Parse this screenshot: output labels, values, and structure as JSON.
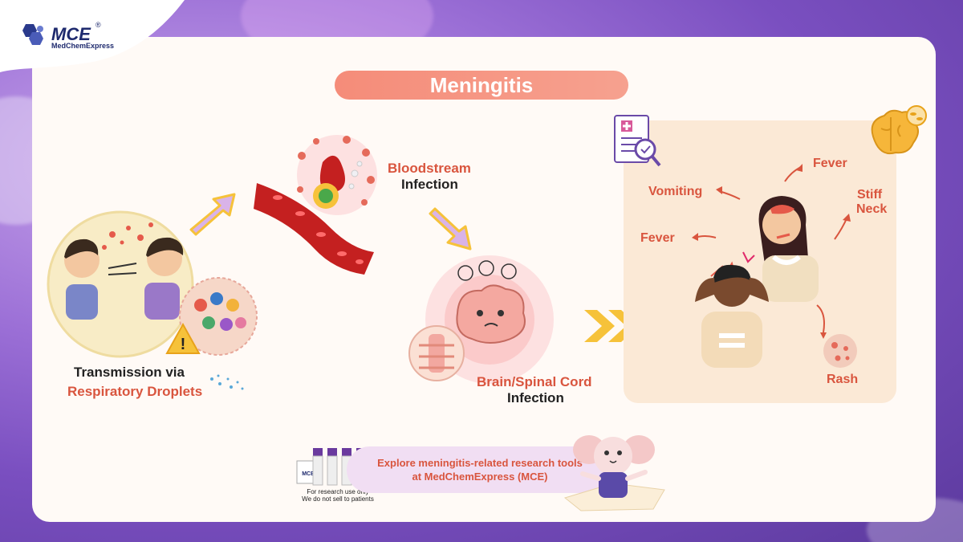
{
  "brand": {
    "name": "MCE",
    "sub": "MedChemExpress",
    "reg": "®"
  },
  "title": "Meningitis",
  "stages": {
    "transmission": {
      "line1": "Transmission via",
      "line2": "Respiratory Droplets"
    },
    "bloodstream": {
      "line1": "Bloodstream",
      "line2": "Infection"
    },
    "brain": {
      "line1": "Brain/Spinal Cord",
      "line2": "Infection"
    }
  },
  "symptoms": {
    "fever_top": "Fever",
    "vomiting": "Vomiting",
    "stiff_neck_1": "Stiff",
    "stiff_neck_2": "Neck",
    "fever_left": "Fever",
    "rash": "Rash"
  },
  "explore": {
    "line1": "Explore meningitis-related research tools",
    "line2": "at MedChemExpress (MCE)"
  },
  "notes": {
    "line1": "For research use only",
    "line2": "We do not sell to patients"
  },
  "colors": {
    "accent": "#d9553e",
    "pill": "#f58c79",
    "panel": "#fffaf6",
    "symptom_bg": "#fbe9d6"
  }
}
